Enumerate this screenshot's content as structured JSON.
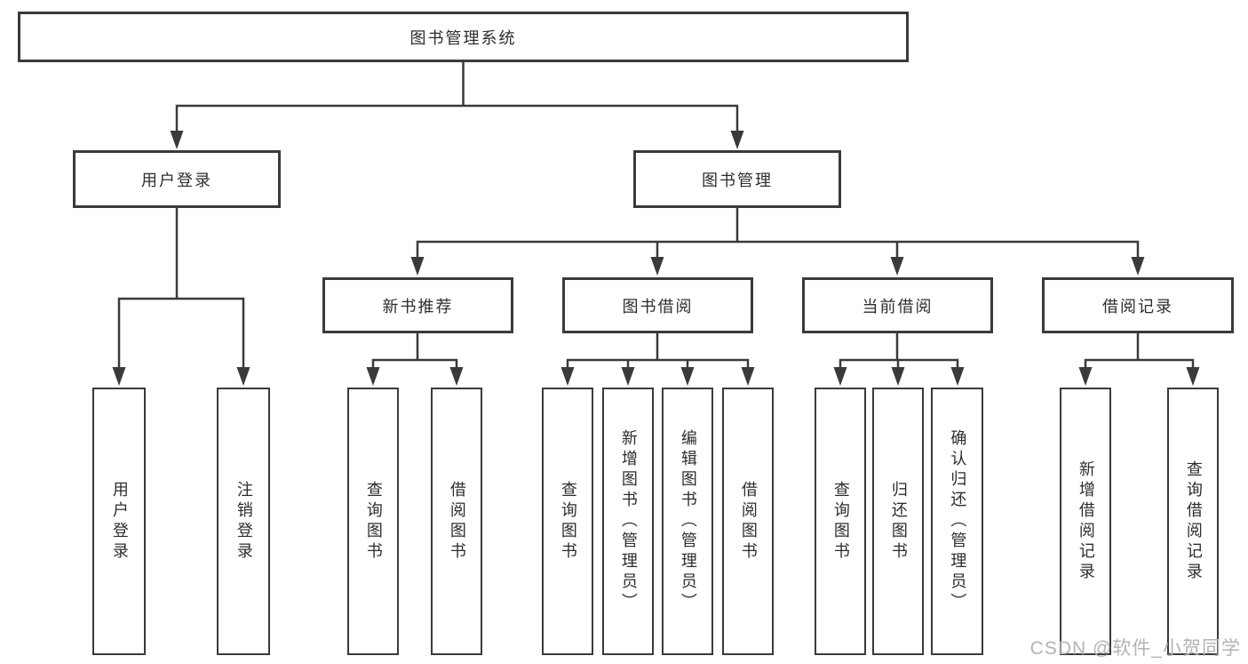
{
  "diagram": {
    "root": {
      "label": "图书管理系统"
    },
    "level2": [
      {
        "label": "用户登录"
      },
      {
        "label": "图书管理"
      }
    ],
    "level3": [
      {
        "label": "新书推荐"
      },
      {
        "label": "图书借阅"
      },
      {
        "label": "当前借阅"
      },
      {
        "label": "借阅记录"
      }
    ],
    "leaves": {
      "user_login": [
        "用户登录",
        "注销登录"
      ],
      "new_book_recommend": [
        "查询图书",
        "借阅图书"
      ],
      "book_borrow": [
        "查询图书",
        "新增图书（管理员）",
        "编辑图书（管理员）",
        "借阅图书"
      ],
      "current_borrow": [
        "查询图书",
        "归还图书",
        "确认归还（管理员）"
      ],
      "borrow_records": [
        "新增借阅记录",
        "查询借阅记录"
      ]
    }
  },
  "watermark": {
    "text": "CSDN @软件_小贺同学"
  },
  "colors": {
    "line": "#3a3a3a",
    "text": "#2d2d2d",
    "box_bg": "#ffffff",
    "watermark": "#b3b3b3",
    "background": "#ffffff"
  }
}
